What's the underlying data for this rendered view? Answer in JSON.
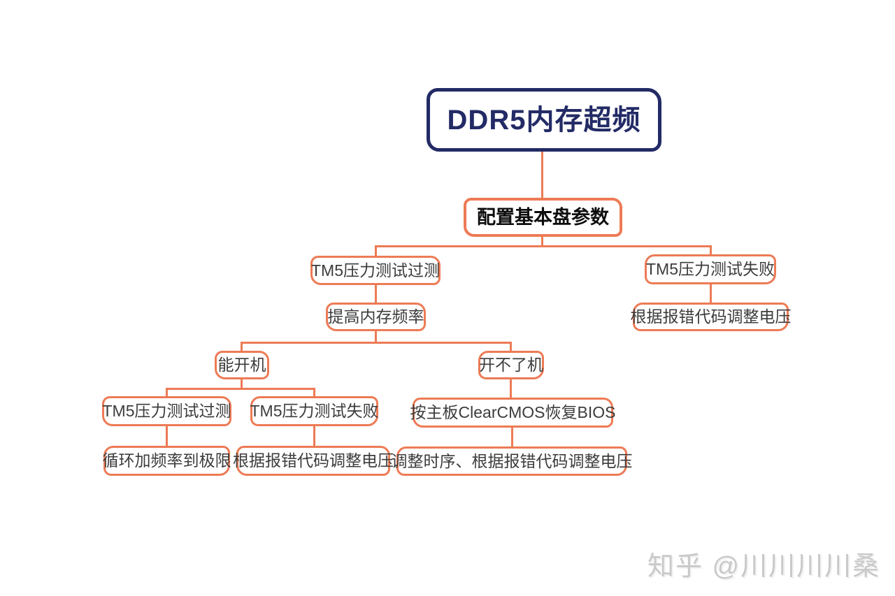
{
  "colors": {
    "accent_orange": "#ED7B55",
    "root_navy": "#232B66",
    "node_text": "#3C3C3C",
    "watermark_gray": "#C9C9C9"
  },
  "mindmap": {
    "type": "tree-diagram",
    "root": {
      "label": "DDR5内存超频"
    },
    "nodes": {
      "config": {
        "label": "配置基本盘参数"
      },
      "tm5_pass_l3": {
        "label": "TM5压力测试过测"
      },
      "tm5_fail_l3": {
        "label": "TM5压力测试失败"
      },
      "raise_freq": {
        "label": "提高内存频率"
      },
      "adjust_voltage_right": {
        "label": "根据报错代码调整电压"
      },
      "can_boot": {
        "label": "能开机"
      },
      "cannot_boot": {
        "label": "开不了机"
      },
      "tm5_pass_l5": {
        "label": "TM5压力测试过测"
      },
      "tm5_fail_l5": {
        "label": "TM5压力测试失败"
      },
      "clear_cmos": {
        "label": "按主板ClearCMOS恢复BIOS"
      },
      "loop_freq": {
        "label": "循环加频率到极限"
      },
      "adjust_voltage_mid": {
        "label": "根据报错代码调整电压"
      },
      "adjust_timing": {
        "label": "调整时序、根据报错代码调整电压"
      }
    },
    "edges": [
      [
        "root",
        "config"
      ],
      [
        "config",
        "tm5_pass_l3"
      ],
      [
        "config",
        "tm5_fail_l3"
      ],
      [
        "tm5_pass_l3",
        "raise_freq"
      ],
      [
        "tm5_fail_l3",
        "adjust_voltage_right"
      ],
      [
        "raise_freq",
        "can_boot"
      ],
      [
        "raise_freq",
        "cannot_boot"
      ],
      [
        "can_boot",
        "tm5_pass_l5"
      ],
      [
        "can_boot",
        "tm5_fail_l5"
      ],
      [
        "cannot_boot",
        "clear_cmos"
      ],
      [
        "tm5_pass_l5",
        "loop_freq"
      ],
      [
        "tm5_fail_l5",
        "adjust_voltage_mid"
      ],
      [
        "clear_cmos",
        "adjust_timing"
      ]
    ]
  },
  "watermark": {
    "text": "知乎 @川川川川桑"
  }
}
